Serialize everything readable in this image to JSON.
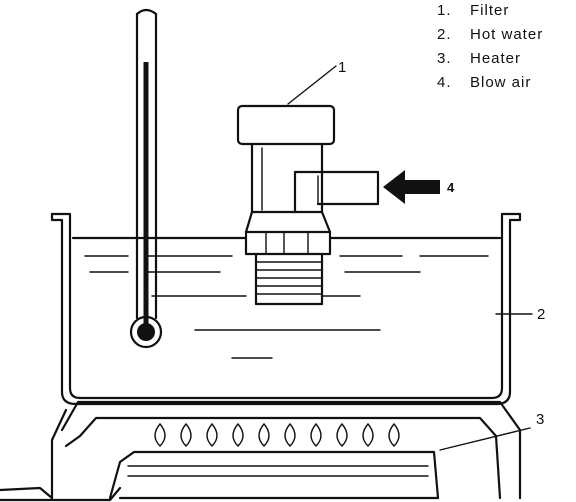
{
  "legend": {
    "items": [
      {
        "number": "1.",
        "label": "Filter"
      },
      {
        "number": "2.",
        "label": "Hot water"
      },
      {
        "number": "3.",
        "label": "Heater"
      },
      {
        "number": "4.",
        "label": "Blow air"
      }
    ]
  },
  "callouts": {
    "filter": "1",
    "hot_water": "2",
    "heater": "3",
    "blow_air": "4"
  }
}
